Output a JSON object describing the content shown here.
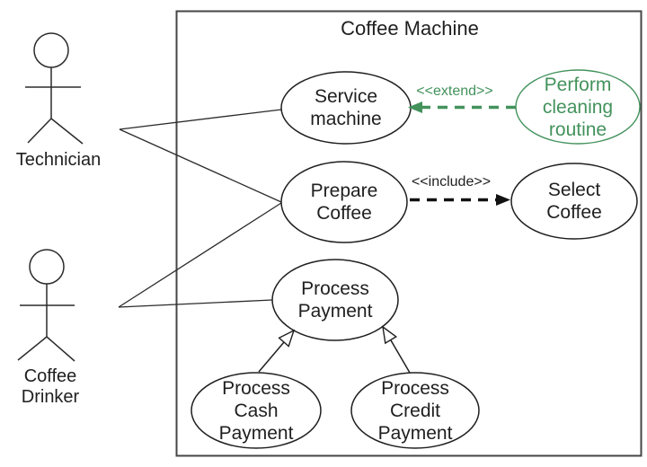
{
  "system": {
    "title": "Coffee Machine"
  },
  "actors": [
    {
      "name": "Technician",
      "label": "Technician",
      "associations": [
        "Service machine",
        "Prepare Coffee"
      ]
    },
    {
      "name": "Coffee Drinker",
      "label": "Coffee\nDrinker",
      "associations": [
        "Prepare Coffee",
        "Process Payment"
      ]
    }
  ],
  "use_cases": [
    {
      "name": "Service machine",
      "label": "Service\nmachine"
    },
    {
      "name": "Prepare Coffee",
      "label": "Prepare\nCoffee"
    },
    {
      "name": "Select Coffee",
      "label": "Select\nCoffee"
    },
    {
      "name": "Process Payment",
      "label": "Process\nPayment"
    },
    {
      "name": "Process Cash Payment",
      "label": "Process\nCash\nPayment"
    },
    {
      "name": "Process Credit Payment",
      "label": "Process\nCredit\nPayment"
    },
    {
      "name": "Perform cleaning routine",
      "label": "Perform\ncleaning\nroutine",
      "accent": "green"
    }
  ],
  "relationships": {
    "extend": {
      "label": "<<extend>>",
      "from": "Perform cleaning routine",
      "to": "Service machine",
      "style": "dashed-green-arrow"
    },
    "include": {
      "label": "<<include>>",
      "from": "Prepare Coffee",
      "to": "Select Coffee",
      "style": "dashed-black-arrow"
    },
    "generalizations": [
      {
        "from": "Process Cash Payment",
        "to": "Process Payment"
      },
      {
        "from": "Process Credit Payment",
        "to": "Process Payment"
      }
    ]
  },
  "colors": {
    "extend_green": "#43925c",
    "diagram_line": "#1f1f1f",
    "boundary_gray": "#464646",
    "background": "#ffffff"
  }
}
